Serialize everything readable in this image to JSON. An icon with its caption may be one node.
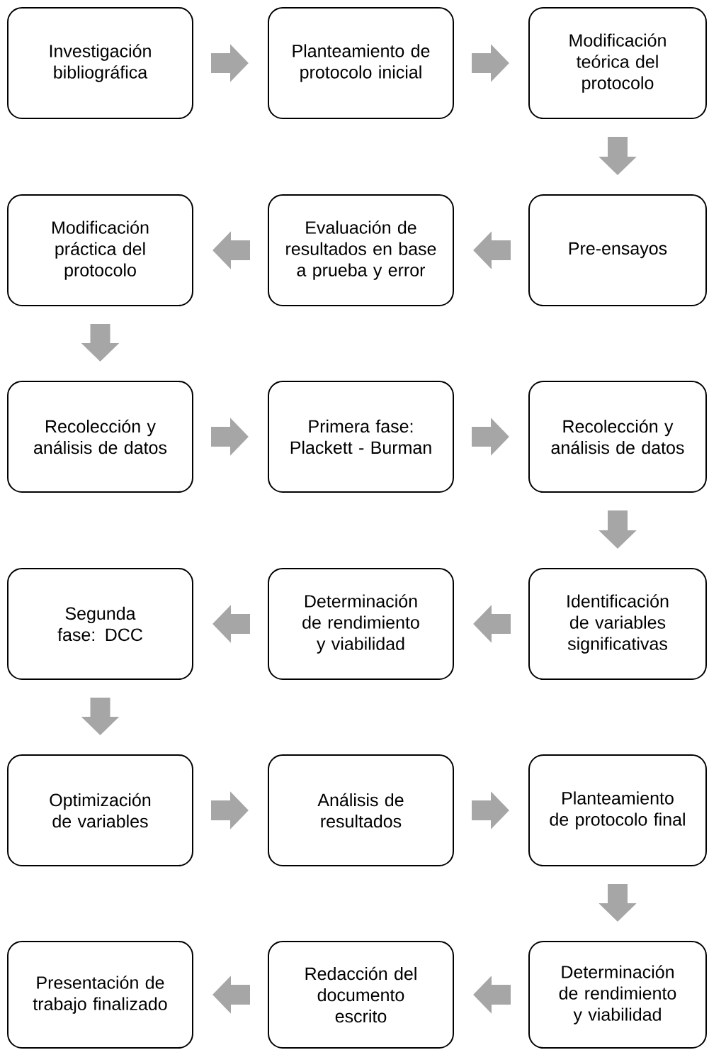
{
  "diagram": {
    "nodes": [
      {
        "text": [
          "Investigación bibliográfica"
        ]
      },
      {
        "text": [
          "Planteamiento de protocolo inicial"
        ]
      },
      {
        "text": [
          "Modificación teórica del protocolo"
        ]
      },
      {
        "text": [
          "Modificación práctica del protocolo"
        ]
      },
      {
        "text": [
          "Evaluación de resultados en base a prueba y error"
        ]
      },
      {
        "text": [
          "Pre-ensayos"
        ]
      },
      {
        "text": [
          "Recolección y análisis de datos"
        ]
      },
      {
        "text": [
          "Primera fase: Plackett - Burman"
        ]
      },
      {
        "text": [
          "Recolección y análisis de datos"
        ]
      },
      {
        "text": [
          "Segunda fase: DCC"
        ]
      },
      {
        "text": [
          "Determinación de rendimiento y viabilidad"
        ]
      },
      {
        "text": [
          "Identificación de variables significativas"
        ]
      },
      {
        "text": [
          "Optimización de variables"
        ]
      },
      {
        "text": [
          "Análisis de resultados"
        ]
      },
      {
        "text": [
          "Planteamiento de protocolo final"
        ]
      },
      {
        "text": [
          "Presentación de trabajo finalizado"
        ]
      },
      {
        "text": [
          "Redacción del documento escrito"
        ]
      },
      {
        "text": [
          "Determinación de rendimiento y viabilidad"
        ]
      }
    ],
    "edges": [
      {
        "from": 0,
        "to": 1,
        "arrow": "to"
      },
      {
        "from": 1,
        "to": 2,
        "arrow": "to"
      },
      {
        "from": 2,
        "to": 5,
        "arrow": "to"
      },
      {
        "from": 5,
        "to": 4,
        "arrow": "to"
      },
      {
        "from": 4,
        "to": 3,
        "arrow": "to"
      },
      {
        "from": 3,
        "to": 6,
        "arrow": "to"
      },
      {
        "from": 6,
        "to": 7,
        "arrow": "to"
      },
      {
        "from": 7,
        "to": 8,
        "arrow": "to"
      },
      {
        "from": 8,
        "to": 11,
        "arrow": "to"
      },
      {
        "from": 11,
        "to": 10,
        "arrow": "to"
      },
      {
        "from": 10,
        "to": 9,
        "arrow": "to"
      },
      {
        "from": 9,
        "to": 12,
        "arrow": "to"
      },
      {
        "from": 12,
        "to": 13,
        "arrow": "to"
      },
      {
        "from": 13,
        "to": 14,
        "arrow": "to"
      },
      {
        "from": 14,
        "to": 17,
        "arrow": "to"
      },
      {
        "from": 17,
        "to": 16,
        "arrow": "to"
      },
      {
        "from": 16,
        "to": 15,
        "arrow": "to"
      }
    ]
  }
}
